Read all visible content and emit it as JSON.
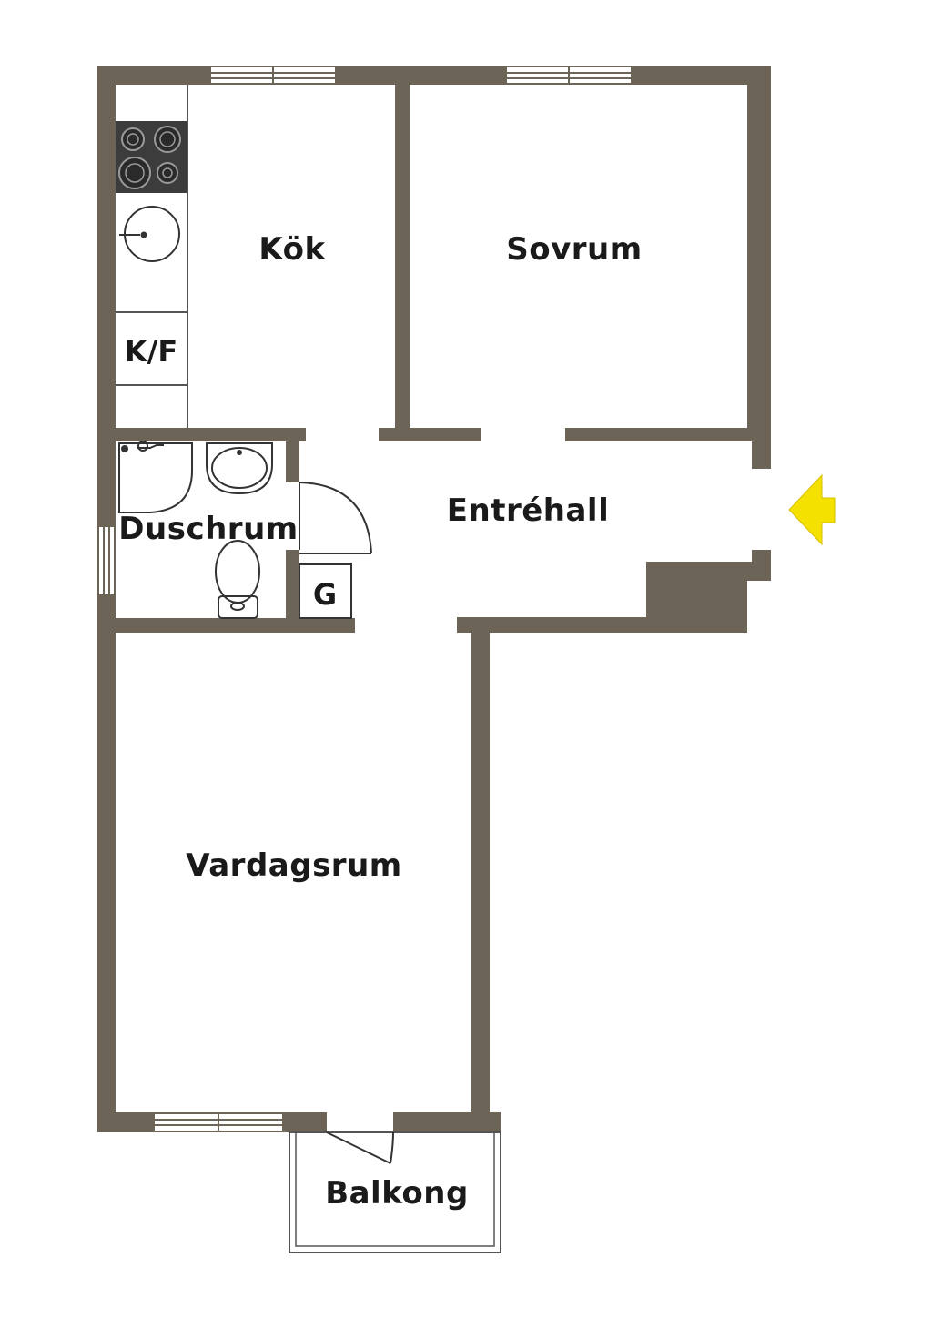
{
  "rooms": {
    "kitchen": "Kök",
    "bedroom": "Sovrum",
    "hall": "Entréhall",
    "shower": "Duschrum",
    "living": "Vardagsrum",
    "balcony": "Balkong"
  },
  "fixtures": {
    "fridge": "K/F",
    "closet": "G"
  },
  "colors": {
    "wall": "#6d6458",
    "entrance_arrow": "#f5e100",
    "stove": "#3c3c3c"
  },
  "icons": {
    "entrance": "entrance-arrow-icon",
    "stove": "stove-icon",
    "sink": "sink-icon",
    "toilet": "toilet-icon",
    "shower": "shower-icon"
  }
}
